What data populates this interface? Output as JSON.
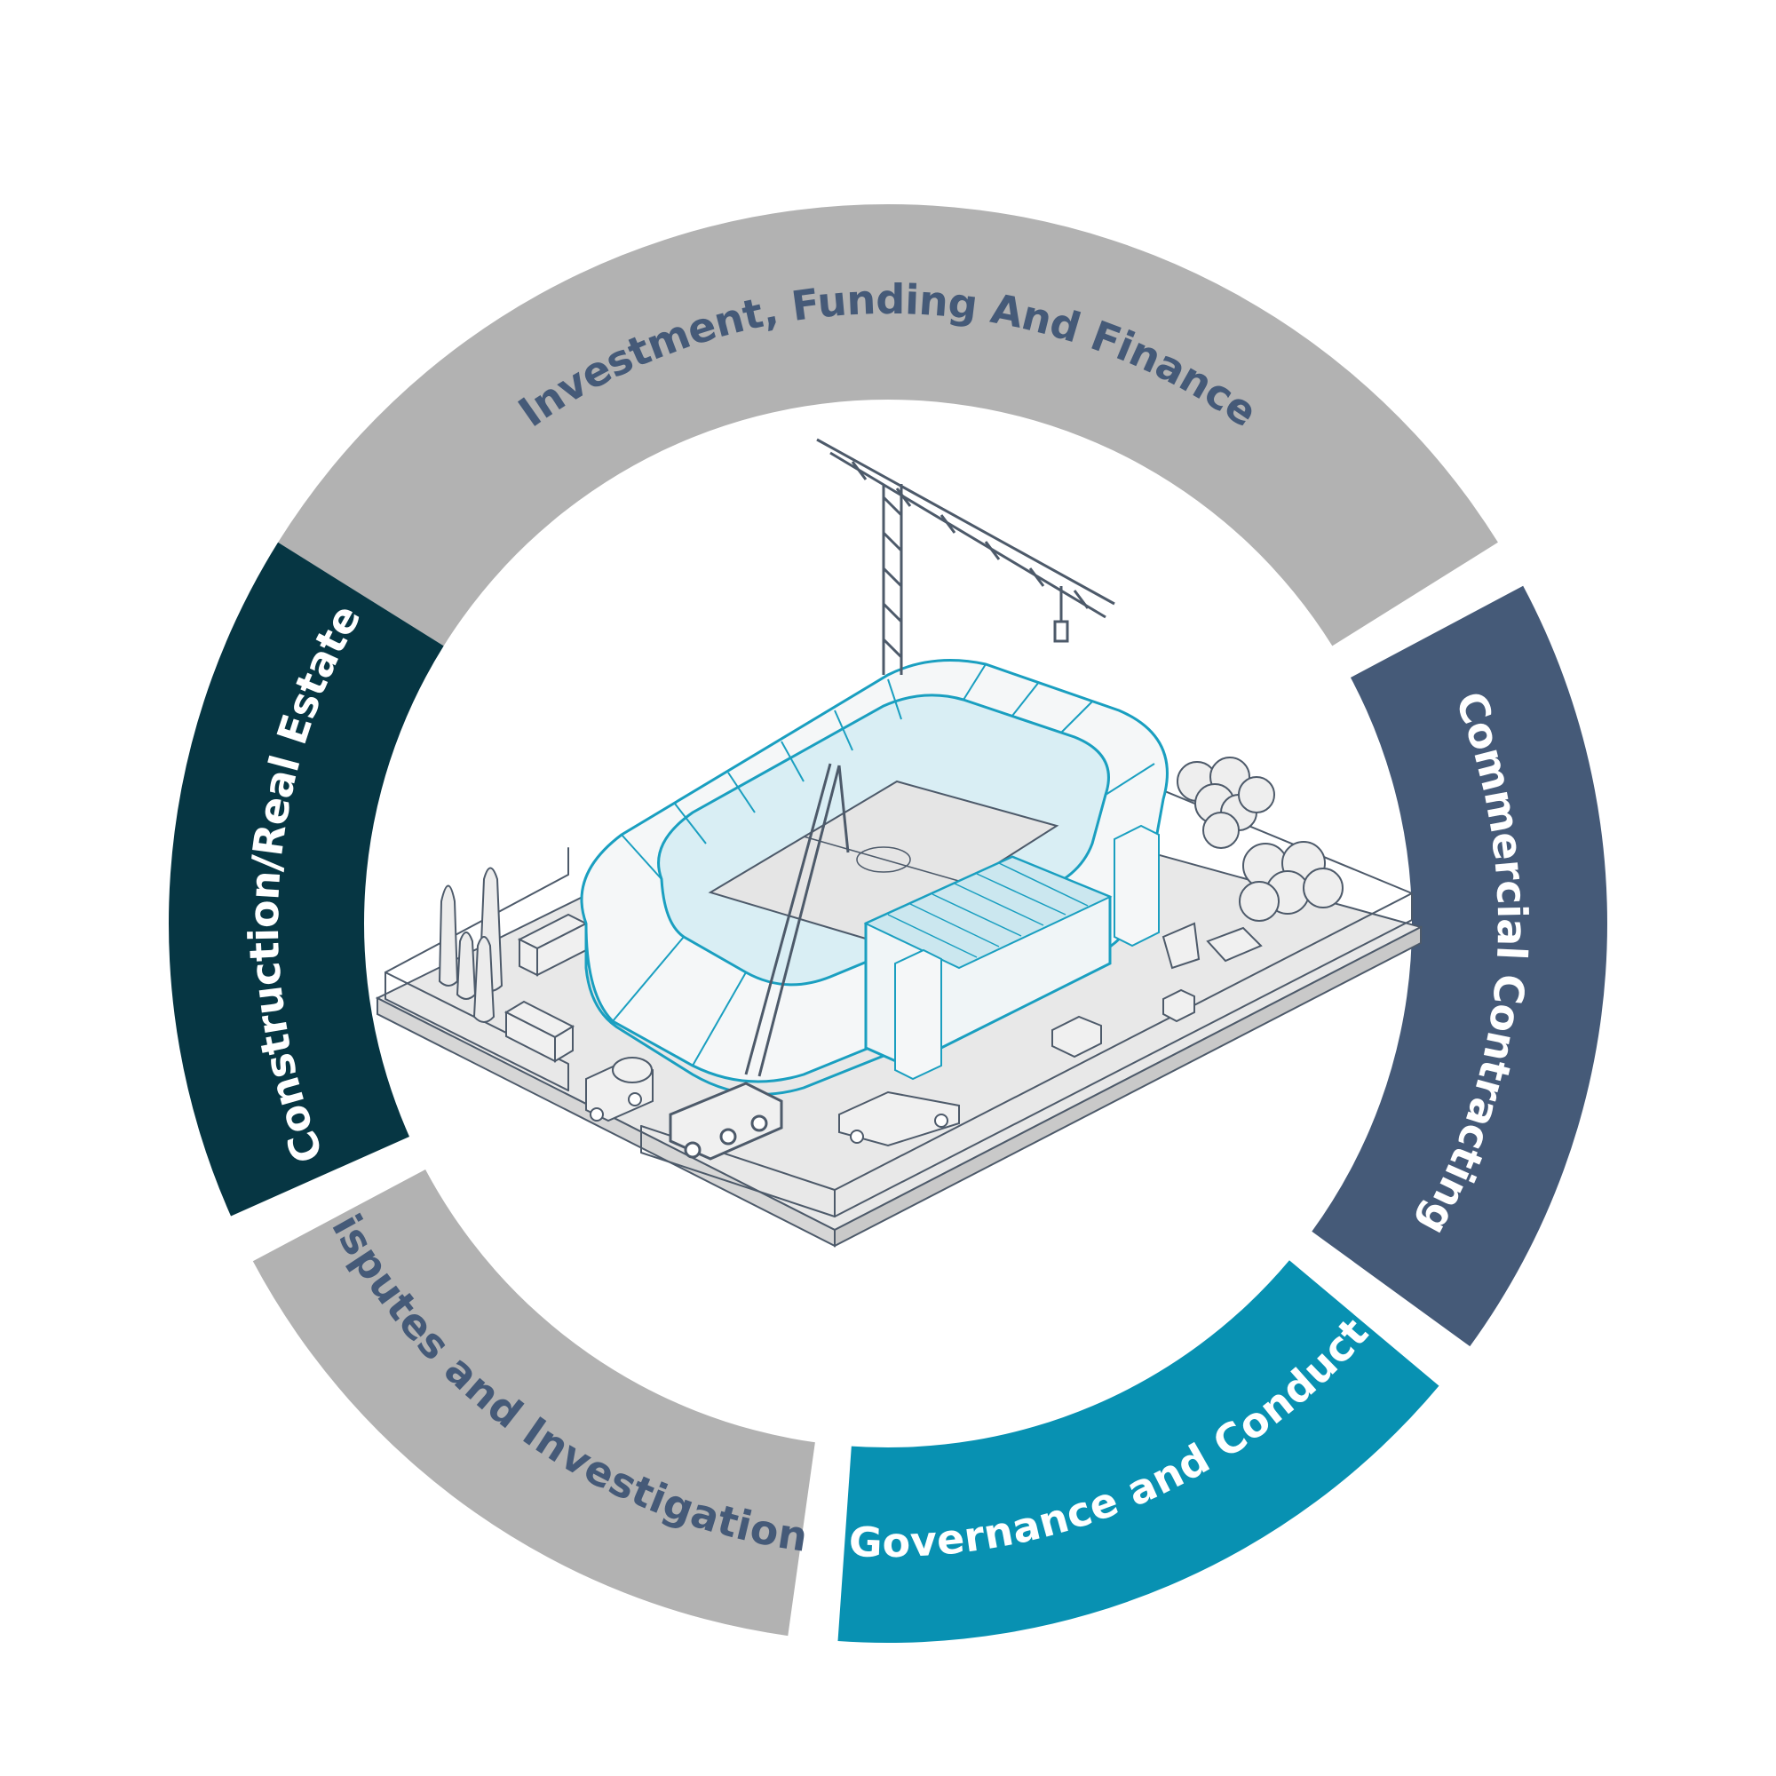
{
  "segments": [
    {
      "id": "investment",
      "label": "Investment, Funding And Finance",
      "fill": "#b2b2b2",
      "text_color": "#455a78",
      "text_dir": "cw"
    },
    {
      "id": "commercial",
      "label": "Commercial Contracting",
      "fill": "#455a78",
      "text_color": "#ffffff",
      "text_dir": "cw"
    },
    {
      "id": "governance",
      "label": "Governance and Conduct",
      "fill": "#0891b2",
      "text_color": "#ffffff",
      "text_dir": "ccw"
    },
    {
      "id": "disputes",
      "label": "Disputes and Investigations",
      "fill": "#b2b2b2",
      "text_color": "#455a78",
      "text_dir": "ccw"
    },
    {
      "id": "construction",
      "label": "Construction/Real Estate",
      "fill": "#063643",
      "text_color": "#ffffff",
      "text_dir": "cw"
    }
  ],
  "illustration": {
    "subject": "stadium-construction-site",
    "accent": "#1a9fc0",
    "line": "#4d5a6a",
    "ground": "#e8e8e8"
  }
}
